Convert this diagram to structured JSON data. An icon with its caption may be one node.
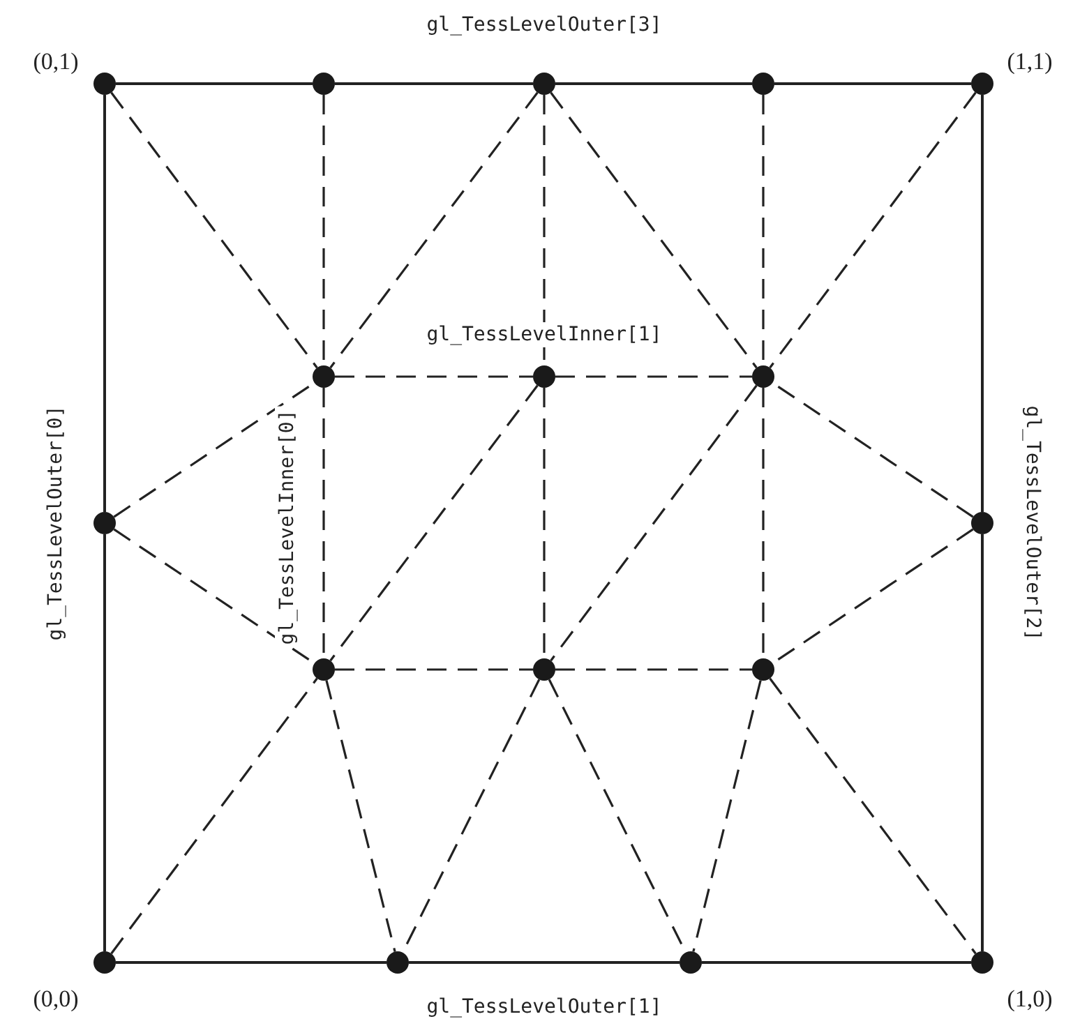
{
  "diagram": {
    "nodes": [
      {
        "text": [],
        "shape": "circle",
        "beside": [
          "(0,1)"
        ]
      },
      {
        "text": [],
        "shape": "circle"
      },
      {
        "text": [],
        "shape": "circle"
      },
      {
        "text": [],
        "shape": "circle"
      },
      {
        "text": [],
        "shape": "circle",
        "beside": [
          "(1,1)"
        ]
      },
      {
        "text": [],
        "shape": "circle"
      },
      {
        "text": [],
        "shape": "circle"
      },
      {
        "text": [],
        "shape": "circle"
      },
      {
        "text": [],
        "shape": "circle"
      },
      {
        "text": [],
        "shape": "circle"
      },
      {
        "text": [],
        "shape": "circle"
      },
      {
        "text": [],
        "shape": "circle"
      },
      {
        "text": [],
        "shape": "circle"
      },
      {
        "text": [],
        "shape": "circle",
        "beside": [
          "(0,0)"
        ]
      },
      {
        "text": [],
        "shape": "circle"
      },
      {
        "text": [],
        "shape": "circle"
      },
      {
        "text": [],
        "shape": "circle",
        "beside": [
          "(1,0)"
        ]
      }
    ],
    "edges": [
      {
        "from": 0,
        "to": 1,
        "arrow": "none"
      },
      {
        "from": 1,
        "to": 2,
        "arrow": "none"
      },
      {
        "from": 2,
        "to": 3,
        "arrow": "none"
      },
      {
        "from": 3,
        "to": 4,
        "arrow": "none"
      },
      {
        "from": 4,
        "to": 9,
        "arrow": "none"
      },
      {
        "from": 9,
        "to": 16,
        "arrow": "none"
      },
      {
        "from": 13,
        "to": 14,
        "arrow": "none"
      },
      {
        "from": 14,
        "to": 15,
        "arrow": "none"
      },
      {
        "from": 15,
        "to": 16,
        "arrow": "none"
      },
      {
        "from": 0,
        "to": 8,
        "arrow": "none"
      },
      {
        "from": 8,
        "to": 13,
        "arrow": "none"
      },
      {
        "from": 0,
        "to": 5,
        "arrow": "none",
        "style": "dashed"
      },
      {
        "from": 1,
        "to": 5,
        "arrow": "none",
        "style": "dashed"
      },
      {
        "from": 2,
        "to": 5,
        "arrow": "none",
        "style": "dashed"
      },
      {
        "from": 2,
        "to": 6,
        "arrow": "none",
        "style": "dashed"
      },
      {
        "from": 2,
        "to": 7,
        "arrow": "none",
        "style": "dashed"
      },
      {
        "from": 3,
        "to": 7,
        "arrow": "none",
        "style": "dashed"
      },
      {
        "from": 4,
        "to": 7,
        "arrow": "none",
        "style": "dashed"
      },
      {
        "from": 5,
        "to": 6,
        "arrow": "none",
        "style": "dashed"
      },
      {
        "from": 6,
        "to": 7,
        "arrow": "none",
        "style": "dashed"
      },
      {
        "from": 10,
        "to": 11,
        "arrow": "none",
        "style": "dashed"
      },
      {
        "from": 11,
        "to": 12,
        "arrow": "none",
        "style": "dashed"
      },
      {
        "from": 5,
        "to": 10,
        "arrow": "none",
        "style": "dashed"
      },
      {
        "from": 6,
        "to": 11,
        "arrow": "none",
        "style": "dashed"
      },
      {
        "from": 7,
        "to": 12,
        "arrow": "none",
        "style": "dashed"
      },
      {
        "from": 8,
        "to": 5,
        "arrow": "none",
        "style": "dashed"
      },
      {
        "from": 8,
        "to": 10,
        "arrow": "none",
        "style": "dashed"
      },
      {
        "from": 9,
        "to": 7,
        "arrow": "none",
        "style": "dashed"
      },
      {
        "from": 9,
        "to": 12,
        "arrow": "none",
        "style": "dashed"
      },
      {
        "from": 6,
        "to": 10,
        "arrow": "none",
        "style": "dashed"
      },
      {
        "from": 7,
        "to": 11,
        "arrow": "none",
        "style": "dashed"
      },
      {
        "from": 13,
        "to": 10,
        "arrow": "none",
        "style": "dashed"
      },
      {
        "from": 10,
        "to": 14,
        "arrow": "none",
        "style": "dashed"
      },
      {
        "from": 11,
        "to": 14,
        "arrow": "none",
        "style": "dashed"
      },
      {
        "from": 11,
        "to": 15,
        "arrow": "none",
        "style": "dashed"
      },
      {
        "from": 12,
        "to": 15,
        "arrow": "none",
        "style": "dashed"
      },
      {
        "from": 12,
        "to": 16,
        "arrow": "none",
        "style": "dashed"
      }
    ],
    "labels": [
      "gl_TessLevelOuter[3]",
      "gl_TessLevelInner[1]",
      "gl_TessLevelOuter[0]",
      "gl_TessLevelInner[0]",
      "gl_TessLevelOuter[2]",
      "gl_TessLevelOuter[1]"
    ]
  }
}
